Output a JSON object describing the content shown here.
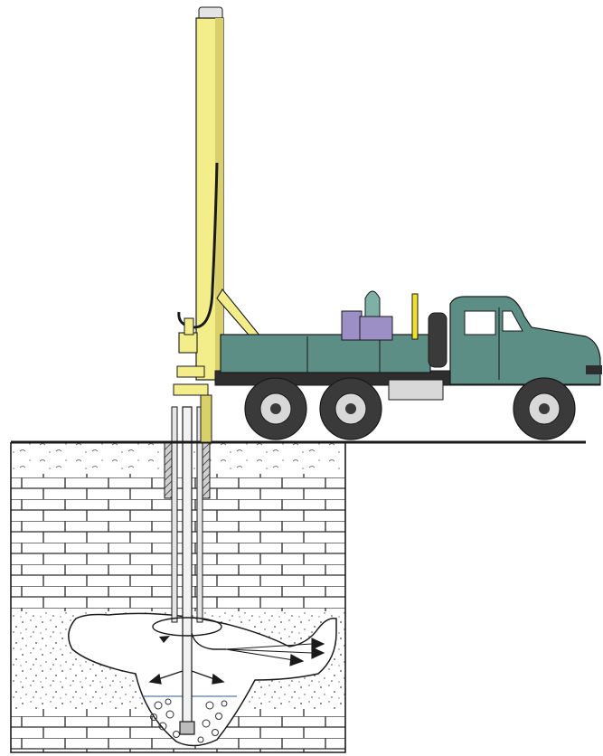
{
  "diagram": {
    "colors": {
      "background": "#ffffff",
      "outline": "#1a1a1a",
      "mast": "#f3ee8a",
      "mast_shade": "#d9d06a",
      "truck_body": "#5d8e86",
      "truck_dark": "#3f6b64",
      "cab_window": "#ffffff",
      "tire": "#3a3a3a",
      "hub": "#d8d8d8",
      "engine_box": "#9c8fc6",
      "engine_top": "#7fb0a8",
      "yellow_post": "#f0e22a",
      "brick_fill": "#ffffff",
      "brick_line": "#2a2a2a",
      "sand_fill": "#ffffff",
      "cavity_fill": "#ffffff",
      "casing": "#d0d0d0",
      "hatch": "#555555"
    },
    "layers": {
      "surface_soil": "surface-soil-layer",
      "brick_rock": "brick-rock-layer",
      "sand": "sand-layer",
      "bottom_rock": "bottom-rock-layer"
    },
    "icons": {
      "arrows": "flow-arrow-icon",
      "rotation": "rotation-arrow-icon"
    }
  }
}
